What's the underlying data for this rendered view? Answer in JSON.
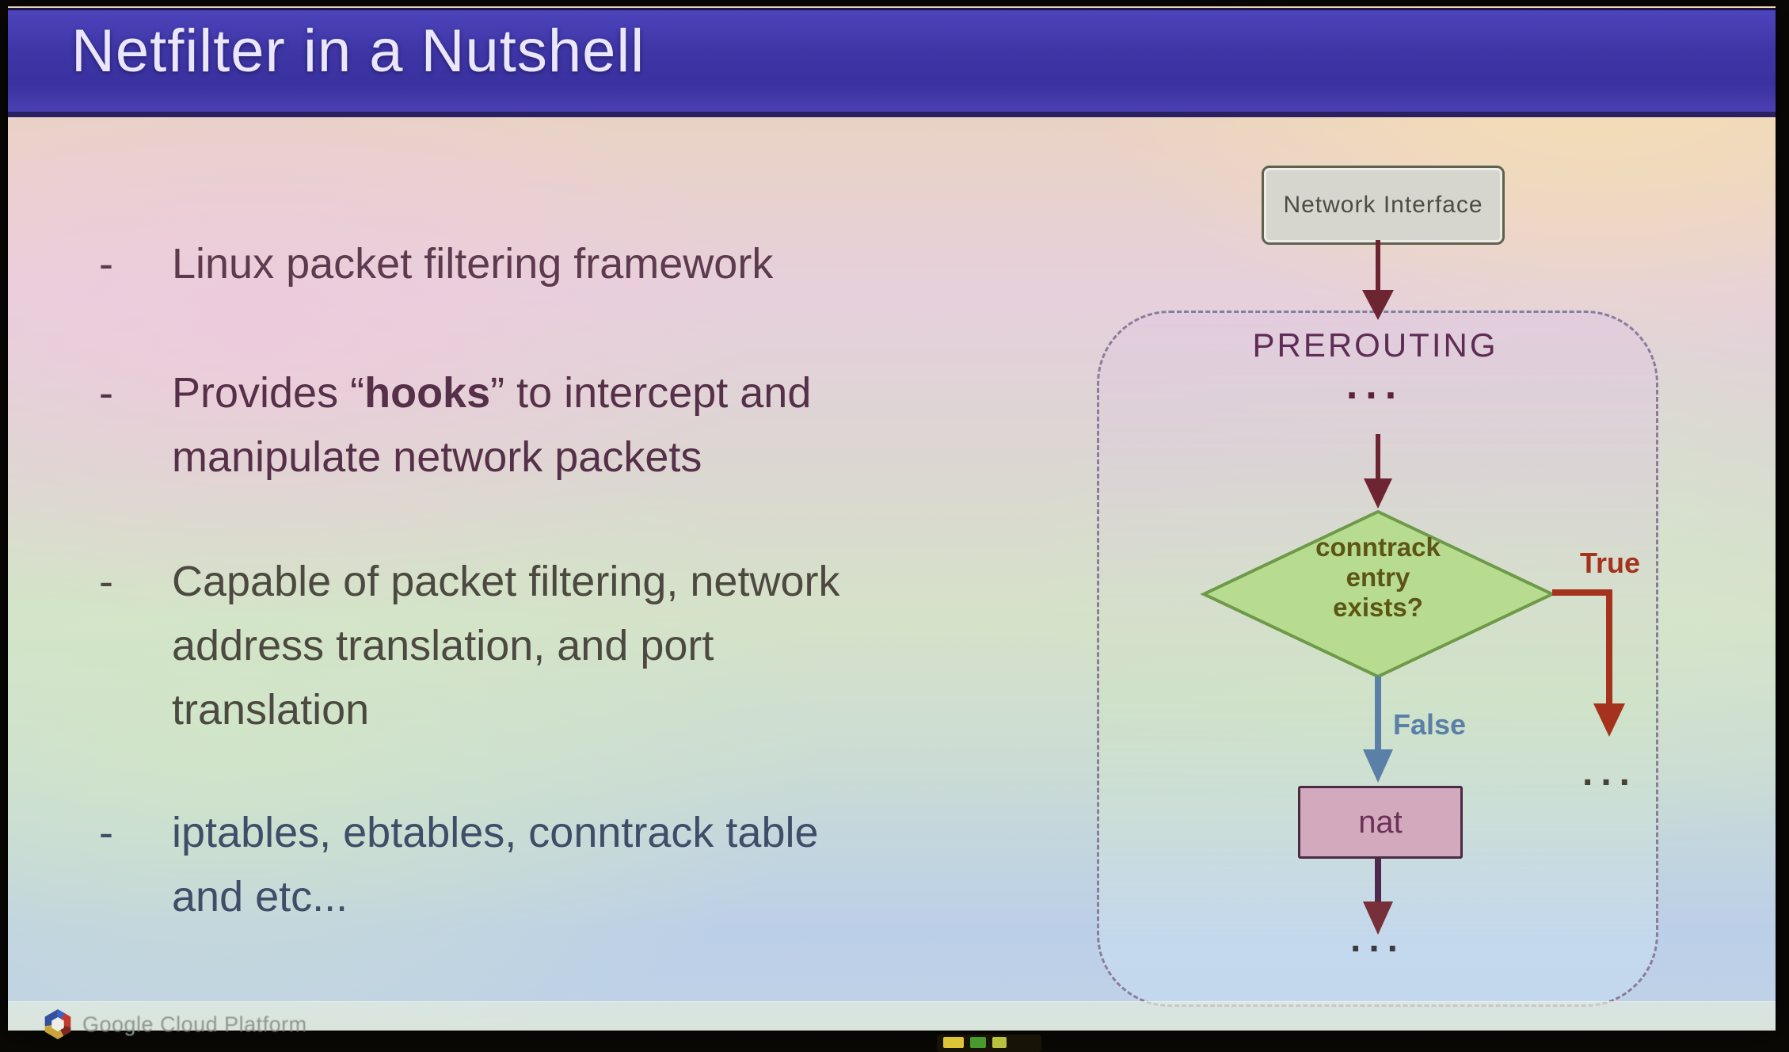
{
  "slide": {
    "title": "Netfilter in a Nutshell",
    "bullets": [
      {
        "marker": "-",
        "segments": [
          {
            "text": "Linux packet filtering framework"
          }
        ]
      },
      {
        "marker": "-",
        "segments": [
          {
            "text": "Provides “"
          },
          {
            "text": "hooks",
            "bold": true
          },
          {
            "text": "” to intercept and manipulate network packets"
          }
        ]
      },
      {
        "marker": "-",
        "segments": [
          {
            "text": "Capable of packet filtering, network address translation, and port translation"
          }
        ]
      },
      {
        "marker": "-",
        "segments": [
          {
            "text": "iptables, ebtables, conntrack table and etc..."
          }
        ]
      }
    ],
    "footer": {
      "brand": "Google Cloud Platform"
    }
  },
  "flowchart": {
    "network_interface": "Network Interface",
    "prerouting_label": "PREROUTING",
    "dots_top": "...",
    "decision_lines": [
      "conntrack",
      "entry",
      "exists?"
    ],
    "true_label": "True",
    "false_label": "False",
    "nat_label": "nat",
    "dots_right": "...",
    "dots_bottom": "..."
  },
  "colors": {
    "title_bar": "#3e36a6",
    "title_text": "#eae7fa",
    "arrow_maroon": "#6e2533",
    "arrow_true_red": "#a5321c",
    "arrow_false_blue": "#5b80a8",
    "diamond_fill": "#b7db8f",
    "diamond_border": "#6d9a48",
    "nat_fill": "#d2a9bd",
    "chain_border": "#8b7c9a"
  }
}
